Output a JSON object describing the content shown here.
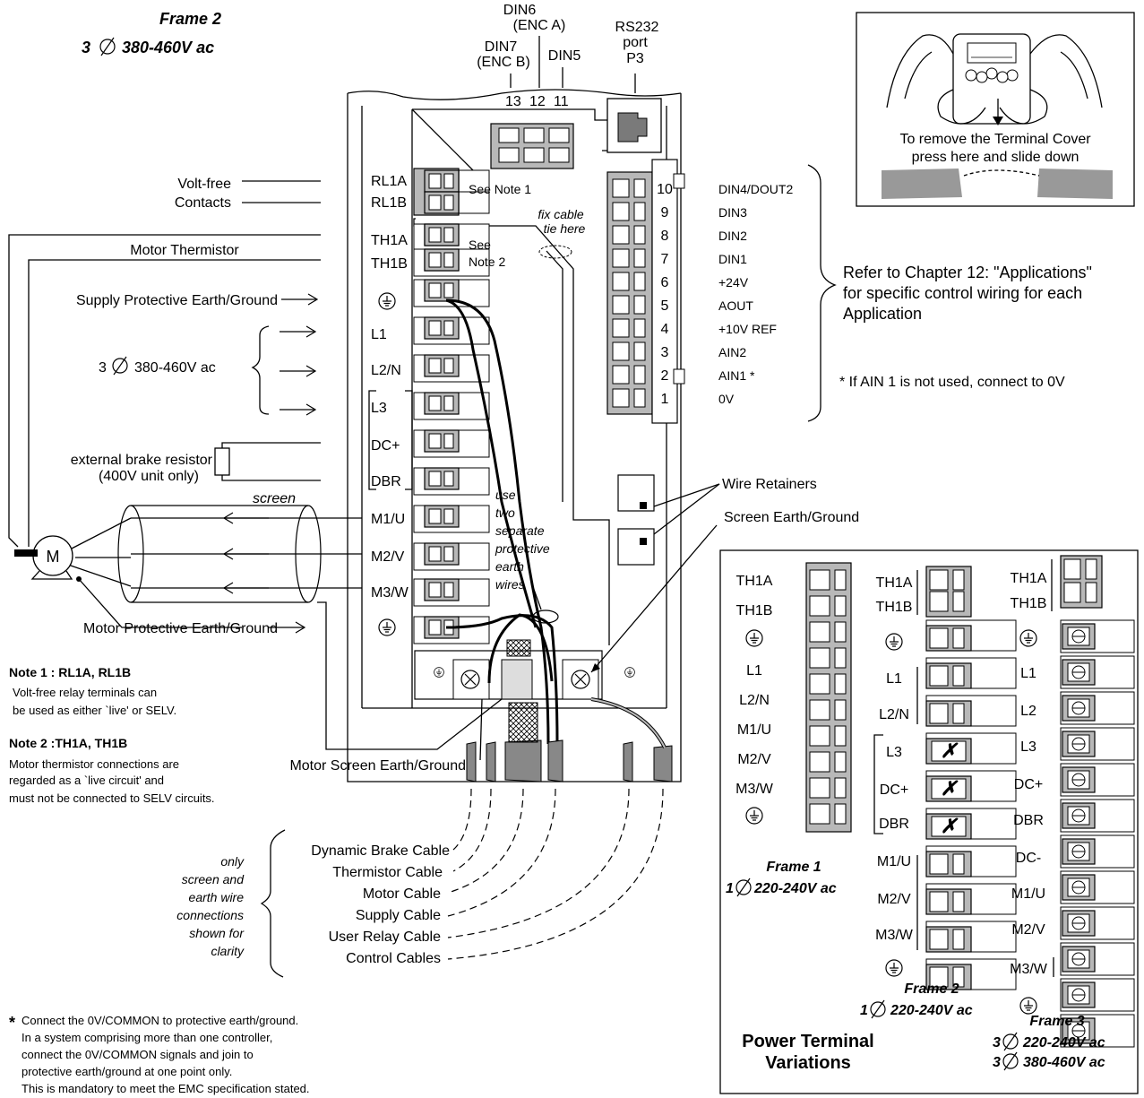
{
  "frame_title": {
    "frame": "Frame 2",
    "supply": "380-460V ac",
    "phase": "3"
  },
  "top_labels": {
    "din6": "DIN6",
    "enc_a": "(ENC A)",
    "din7": "DIN7",
    "enc_b": "(ENC B)",
    "din5": "DIN5",
    "rs232": "RS232",
    "port": "port",
    "p3": "P3",
    "pin13": "13",
    "pin12": "12",
    "pin11": "11"
  },
  "cover_box": {
    "line1": "To remove the Terminal Cover",
    "line2": "press here and slide down"
  },
  "left_labels": {
    "volt_free": "Volt-free",
    "contacts": "Contacts",
    "motor_thermistor": "Motor Thermistor",
    "supply_pe": "Supply Protective Earth/Ground",
    "supply_phase": "3",
    "supply_voltage": "380-460V ac",
    "brake1": "external brake resistor",
    "brake2": "(400V unit only)",
    "screen": "screen",
    "motor": "M",
    "motor_pe": "Motor Protective Earth/Ground"
  },
  "terminal_labels": [
    "RL1A",
    "RL1B",
    "TH1A",
    "TH1B",
    "L1",
    "L2/N",
    "L3",
    "DC+",
    "DBR",
    "M1/U",
    "M2/V",
    "M3/W"
  ],
  "terminal_notes": {
    "see_note1": "See Note 1",
    "see": "See",
    "note2": "Note 2",
    "fix1": "fix cable",
    "fix2": "tie here",
    "use_two": [
      "use",
      "two",
      "separate",
      "protective",
      "earth",
      "wires"
    ]
  },
  "control_terminals": [
    {
      "num": "10",
      "label": "DIN4/DOUT2"
    },
    {
      "num": "9",
      "label": "DIN3"
    },
    {
      "num": "8",
      "label": "DIN2"
    },
    {
      "num": "7",
      "label": "DIN1"
    },
    {
      "num": "6",
      "label": "+24V"
    },
    {
      "num": "5",
      "label": "AOUT"
    },
    {
      "num": "4",
      "label": "+10V REF"
    },
    {
      "num": "3",
      "label": "AIN2"
    },
    {
      "num": "2",
      "label": "AIN1 *"
    },
    {
      "num": "1",
      "label": "0V"
    }
  ],
  "refer": {
    "line1": "Refer to Chapter 12: \"Applications\"",
    "line2": "for specific control wiring for each",
    "line3": "Application",
    "ain_note": "* If  AIN 1 is not used, connect to 0V"
  },
  "retainers": {
    "wire": "Wire Retainers",
    "screen_earth": "Screen Earth/Ground",
    "motor_screen": "Motor Screen Earth/Ground"
  },
  "notes": {
    "note1_title": "Note 1 : RL1A, RL1B",
    "note1_l1": "Volt-free relay terminals can",
    "note1_l2": "be used as either `live' or SELV.",
    "note2_title": "Note 2 :TH1A, TH1B",
    "note2_l1": "Motor thermistor connections are",
    "note2_l2": "regarded as a `live circuit' and",
    "note2_l3": "must not be connected to SELV circuits."
  },
  "clarity": [
    "only",
    "screen and",
    "earth wire",
    "connections",
    "shown for",
    "clarity"
  ],
  "cables": [
    "Dynamic Brake Cable",
    "Thermistor Cable",
    "Motor Cable",
    "Supply Cable",
    "User Relay Cable",
    "Control Cables"
  ],
  "footnote": {
    "star": "*",
    "l1": "Connect the 0V/COMMON to protective earth/ground.",
    "l2": "In a system comprising more than one controller,",
    "l3": "connect the 0V/COMMON signals and join to",
    "l4": "protective earth/ground at one point only.",
    "l5": "This is mandatory to meet the EMC specification stated."
  },
  "variations": {
    "title1": "Power Terminal",
    "title2": "Variations",
    "frame1_labels": [
      "TH1A",
      "TH1B",
      "L1",
      "L2/N",
      "M1/U",
      "M2/V",
      "M3/W"
    ],
    "frame1_title": "Frame 1",
    "frame1_supply": "220-240V ac",
    "frame1_phase": "1",
    "frame2_labels": [
      "TH1A",
      "TH1B",
      "L1",
      "L2/N",
      "L3",
      "DC+",
      "DBR",
      "M1/U",
      "M2/V",
      "M3/W"
    ],
    "frame2_title": "Frame 2",
    "frame2_supply": "220-240V ac",
    "frame2_phase": "1",
    "frame3_labels": [
      "TH1A",
      "TH1B",
      "L1",
      "L2",
      "L3",
      "DC+",
      "DBR",
      "DC-",
      "M1/U",
      "M2/V",
      "M3/W"
    ],
    "frame3_title": "Frame 3",
    "frame3_supply1": "220-240V ac",
    "frame3_supply2": "380-460V ac",
    "frame3_phase": "3"
  }
}
